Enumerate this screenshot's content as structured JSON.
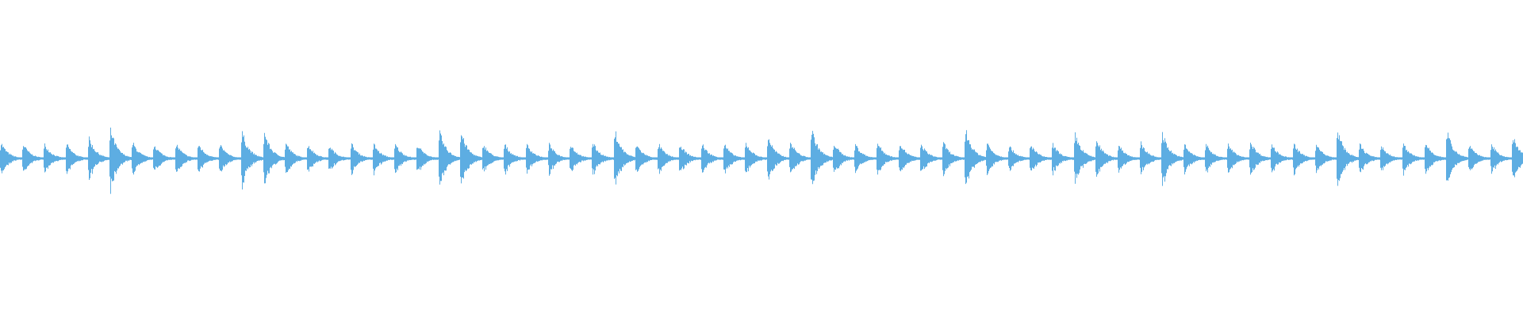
{
  "waveform": {
    "color": "#5dade2",
    "beat_count": 70,
    "beat_levels": [
      0.55,
      0.5,
      0.5,
      0.5,
      0.7,
      1.0,
      0.55,
      0.5,
      0.5,
      0.5,
      0.5,
      0.9,
      0.9,
      0.55,
      0.5,
      0.45,
      0.5,
      0.5,
      0.5,
      0.5,
      0.9,
      0.9,
      0.5,
      0.5,
      0.5,
      0.5,
      0.5,
      0.55,
      0.95,
      0.5,
      0.5,
      0.5,
      0.5,
      0.5,
      0.55,
      0.75,
      0.6,
      1.0,
      0.55,
      0.5,
      0.55,
      0.55,
      0.5,
      0.55,
      1.0,
      0.55,
      0.45,
      0.5,
      0.5,
      0.85,
      0.65,
      0.5,
      0.55,
      0.9,
      0.5,
      0.5,
      0.5,
      0.6,
      0.5,
      0.5,
      0.5,
      0.95,
      0.5,
      0.45,
      0.5,
      0.55,
      0.9,
      0.5,
      0.5,
      0.75
    ]
  }
}
